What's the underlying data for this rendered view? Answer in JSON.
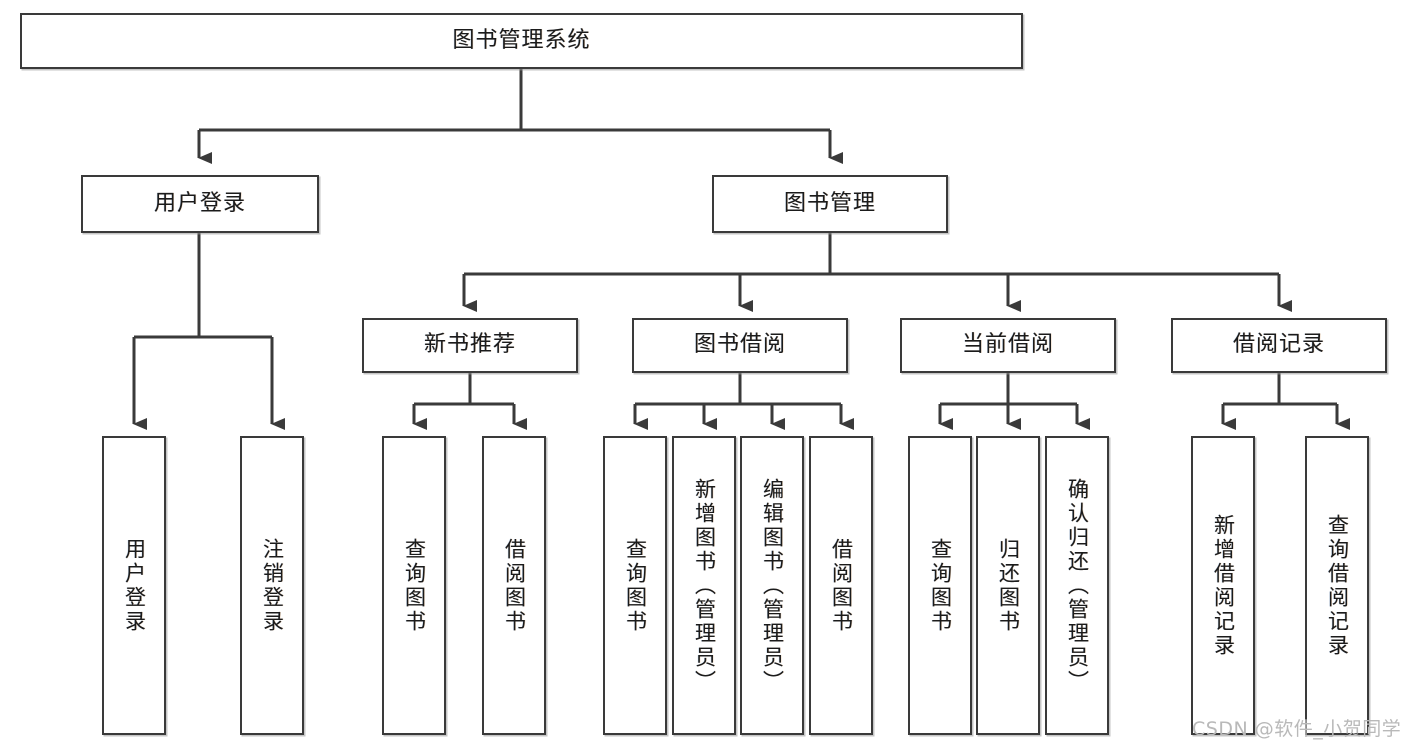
{
  "diagram": {
    "title": "图书管理系统",
    "type": "tree-hierarchy-diagram",
    "root": {
      "id": "root",
      "label": "图书管理系统"
    },
    "level2": [
      {
        "id": "user-login",
        "label": "用户登录"
      },
      {
        "id": "book-manage",
        "label": "图书管理"
      }
    ],
    "level3": [
      {
        "id": "new-book-recommend",
        "label": "新书推荐"
      },
      {
        "id": "book-borrow",
        "label": "图书借阅"
      },
      {
        "id": "current-borrow",
        "label": "当前借阅"
      },
      {
        "id": "borrow-record",
        "label": "借阅记录"
      }
    ],
    "leaves": [
      {
        "id": "leaf-user-login",
        "label": "用户登录",
        "parent": "user-login"
      },
      {
        "id": "leaf-user-logout",
        "label": "注销登录",
        "parent": "user-login"
      },
      {
        "id": "leaf-query-book-1",
        "label": "查询图书",
        "parent": "new-book-recommend"
      },
      {
        "id": "leaf-borrow-book-1",
        "label": "借阅图书",
        "parent": "new-book-recommend"
      },
      {
        "id": "leaf-query-book-2",
        "label": "查询图书",
        "parent": "book-borrow"
      },
      {
        "id": "leaf-add-book",
        "label": "新增图书（管理员）",
        "parent": "book-borrow"
      },
      {
        "id": "leaf-edit-book",
        "label": "编辑图书（管理员）",
        "parent": "book-borrow"
      },
      {
        "id": "leaf-borrow-book-2",
        "label": "借阅图书",
        "parent": "book-borrow"
      },
      {
        "id": "leaf-query-book-3",
        "label": "查询图书",
        "parent": "current-borrow"
      },
      {
        "id": "leaf-return-book",
        "label": "归还图书",
        "parent": "current-borrow"
      },
      {
        "id": "leaf-confirm-return",
        "label": "确认归还（管理员）",
        "parent": "current-borrow"
      },
      {
        "id": "leaf-add-record",
        "label": "新增借阅记录",
        "parent": "borrow-record"
      },
      {
        "id": "leaf-query-record",
        "label": "查询借阅记录",
        "parent": "borrow-record"
      }
    ],
    "colors": {
      "border": "#3a3a3a",
      "text": "#1b1b1b",
      "background": "#ffffff",
      "watermark": "#b9b9b9"
    }
  },
  "watermark": {
    "text": "CSDN @软件_小贺同学"
  }
}
